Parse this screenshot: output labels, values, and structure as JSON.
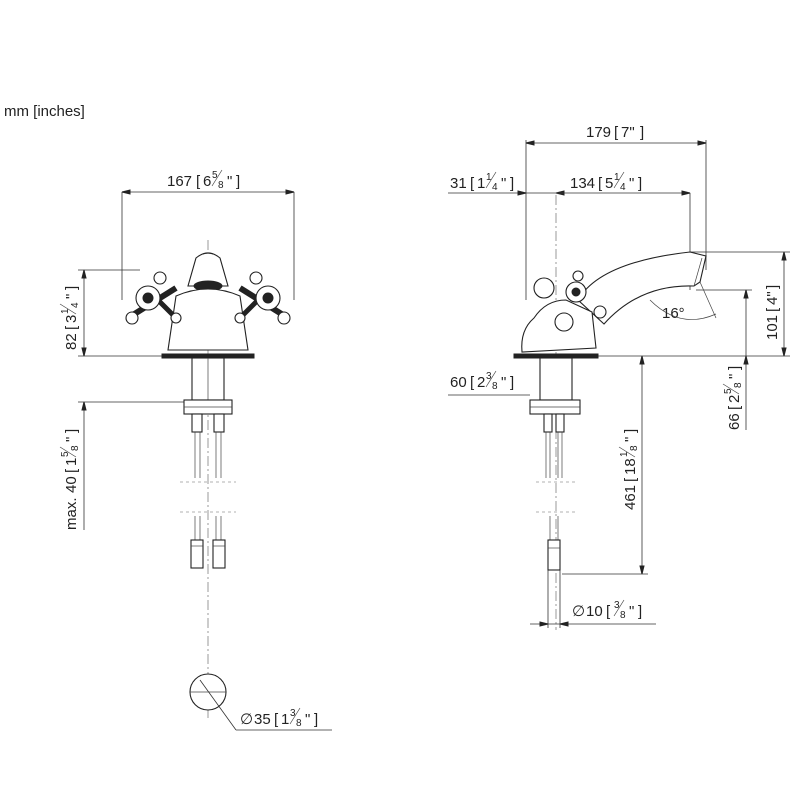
{
  "units_label": "mm [inches]",
  "front_view": {
    "width": {
      "mm": "167",
      "whole": "6",
      "num": "5",
      "den": "8",
      "suffix": "\""
    },
    "height": {
      "mm": "82",
      "whole": "3",
      "num": "1",
      "den": "4",
      "suffix": "\""
    },
    "max_thickness": {
      "prefix": "max.",
      "mm": "40",
      "whole": "1",
      "num": "5",
      "den": "8",
      "suffix": "\""
    },
    "hole_diameter": {
      "symbol": "∅",
      "mm": "35",
      "whole": "1",
      "num": "3",
      "den": "8",
      "suffix": "\""
    }
  },
  "side_view": {
    "overall_length": {
      "mm": "179",
      "inch": "7\""
    },
    "handle_offset": {
      "mm": "31",
      "whole": "1",
      "num": "1",
      "den": "4",
      "suffix": "\""
    },
    "spout_reach": {
      "mm": "134",
      "whole": "5",
      "num": "1",
      "den": "4",
      "suffix": "\""
    },
    "spout_height": {
      "mm": "101",
      "inch": "4\""
    },
    "spout_angle": "16°",
    "base_diameter": {
      "mm": "60",
      "whole": "2",
      "num": "3",
      "den": "8",
      "suffix": "\""
    },
    "outlet_height": {
      "mm": "66",
      "whole": "2",
      "num": "5",
      "den": "8",
      "suffix": "\""
    },
    "hose_length": {
      "mm": "461",
      "whole": "18",
      "num": "1",
      "den": "8",
      "suffix": "\""
    },
    "hose_diameter": {
      "symbol": "∅",
      "mm": "10",
      "num": "3",
      "den": "8",
      "suffix": "\""
    }
  }
}
